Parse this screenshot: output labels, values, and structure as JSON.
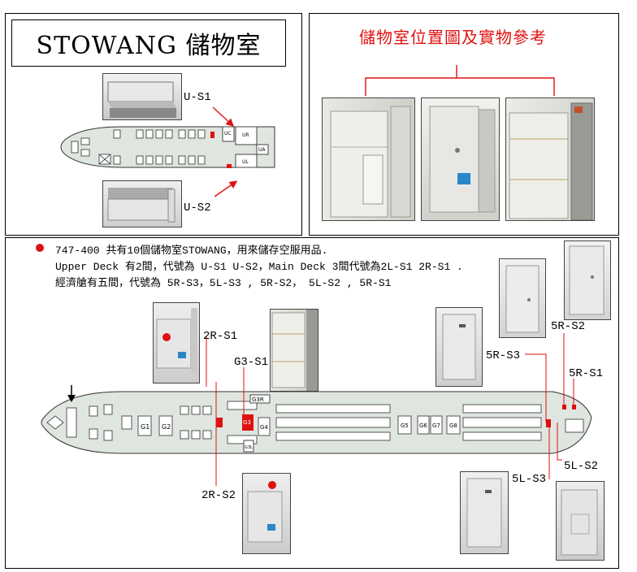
{
  "header": {
    "title": "STOWANG 儲物室"
  },
  "top_left": {
    "label_upper": "U-S1",
    "label_lower": "U-S2",
    "deck_zones": {
      "uc": "UC",
      "ur": "UR",
      "ua": "UA",
      "ul": "UL"
    }
  },
  "top_right": {
    "title": "儲物室位置圖及實物參考"
  },
  "description": {
    "line1": "747-400 共有10個儲物室STOWANG，用來儲存空服用品.",
    "line2": "Upper Deck 有2間，代號為 U-S1 U-S2，Main Deck 3間代號為2L-S1 2R-S1 .",
    "line3": "經濟艙有五間，代號為  5R-S3，5L-S3 , 5R-S2， 5L-S2 , 5R-S1"
  },
  "labels": {
    "r2s1": "2R-S1",
    "g3s1": "G3-S1",
    "r2s2": "2R-S2",
    "r5s2": "5R-S2",
    "r5s3": "5R-S3",
    "r5s1": "5R-S1",
    "l5s3": "5L-S3",
    "l5s2": "5L-S2"
  },
  "galleys": {
    "g1": "G1",
    "g2": "G2",
    "g3r": "G3R",
    "g3": "G3",
    "g4": "G4",
    "g3l": "G3L",
    "g5": "G5",
    "g6": "G6",
    "g7": "G7",
    "g8": "G8"
  },
  "colors": {
    "accent_red": "#e01010",
    "fuselage_fill": "#dfe6df",
    "outline": "#333333"
  }
}
